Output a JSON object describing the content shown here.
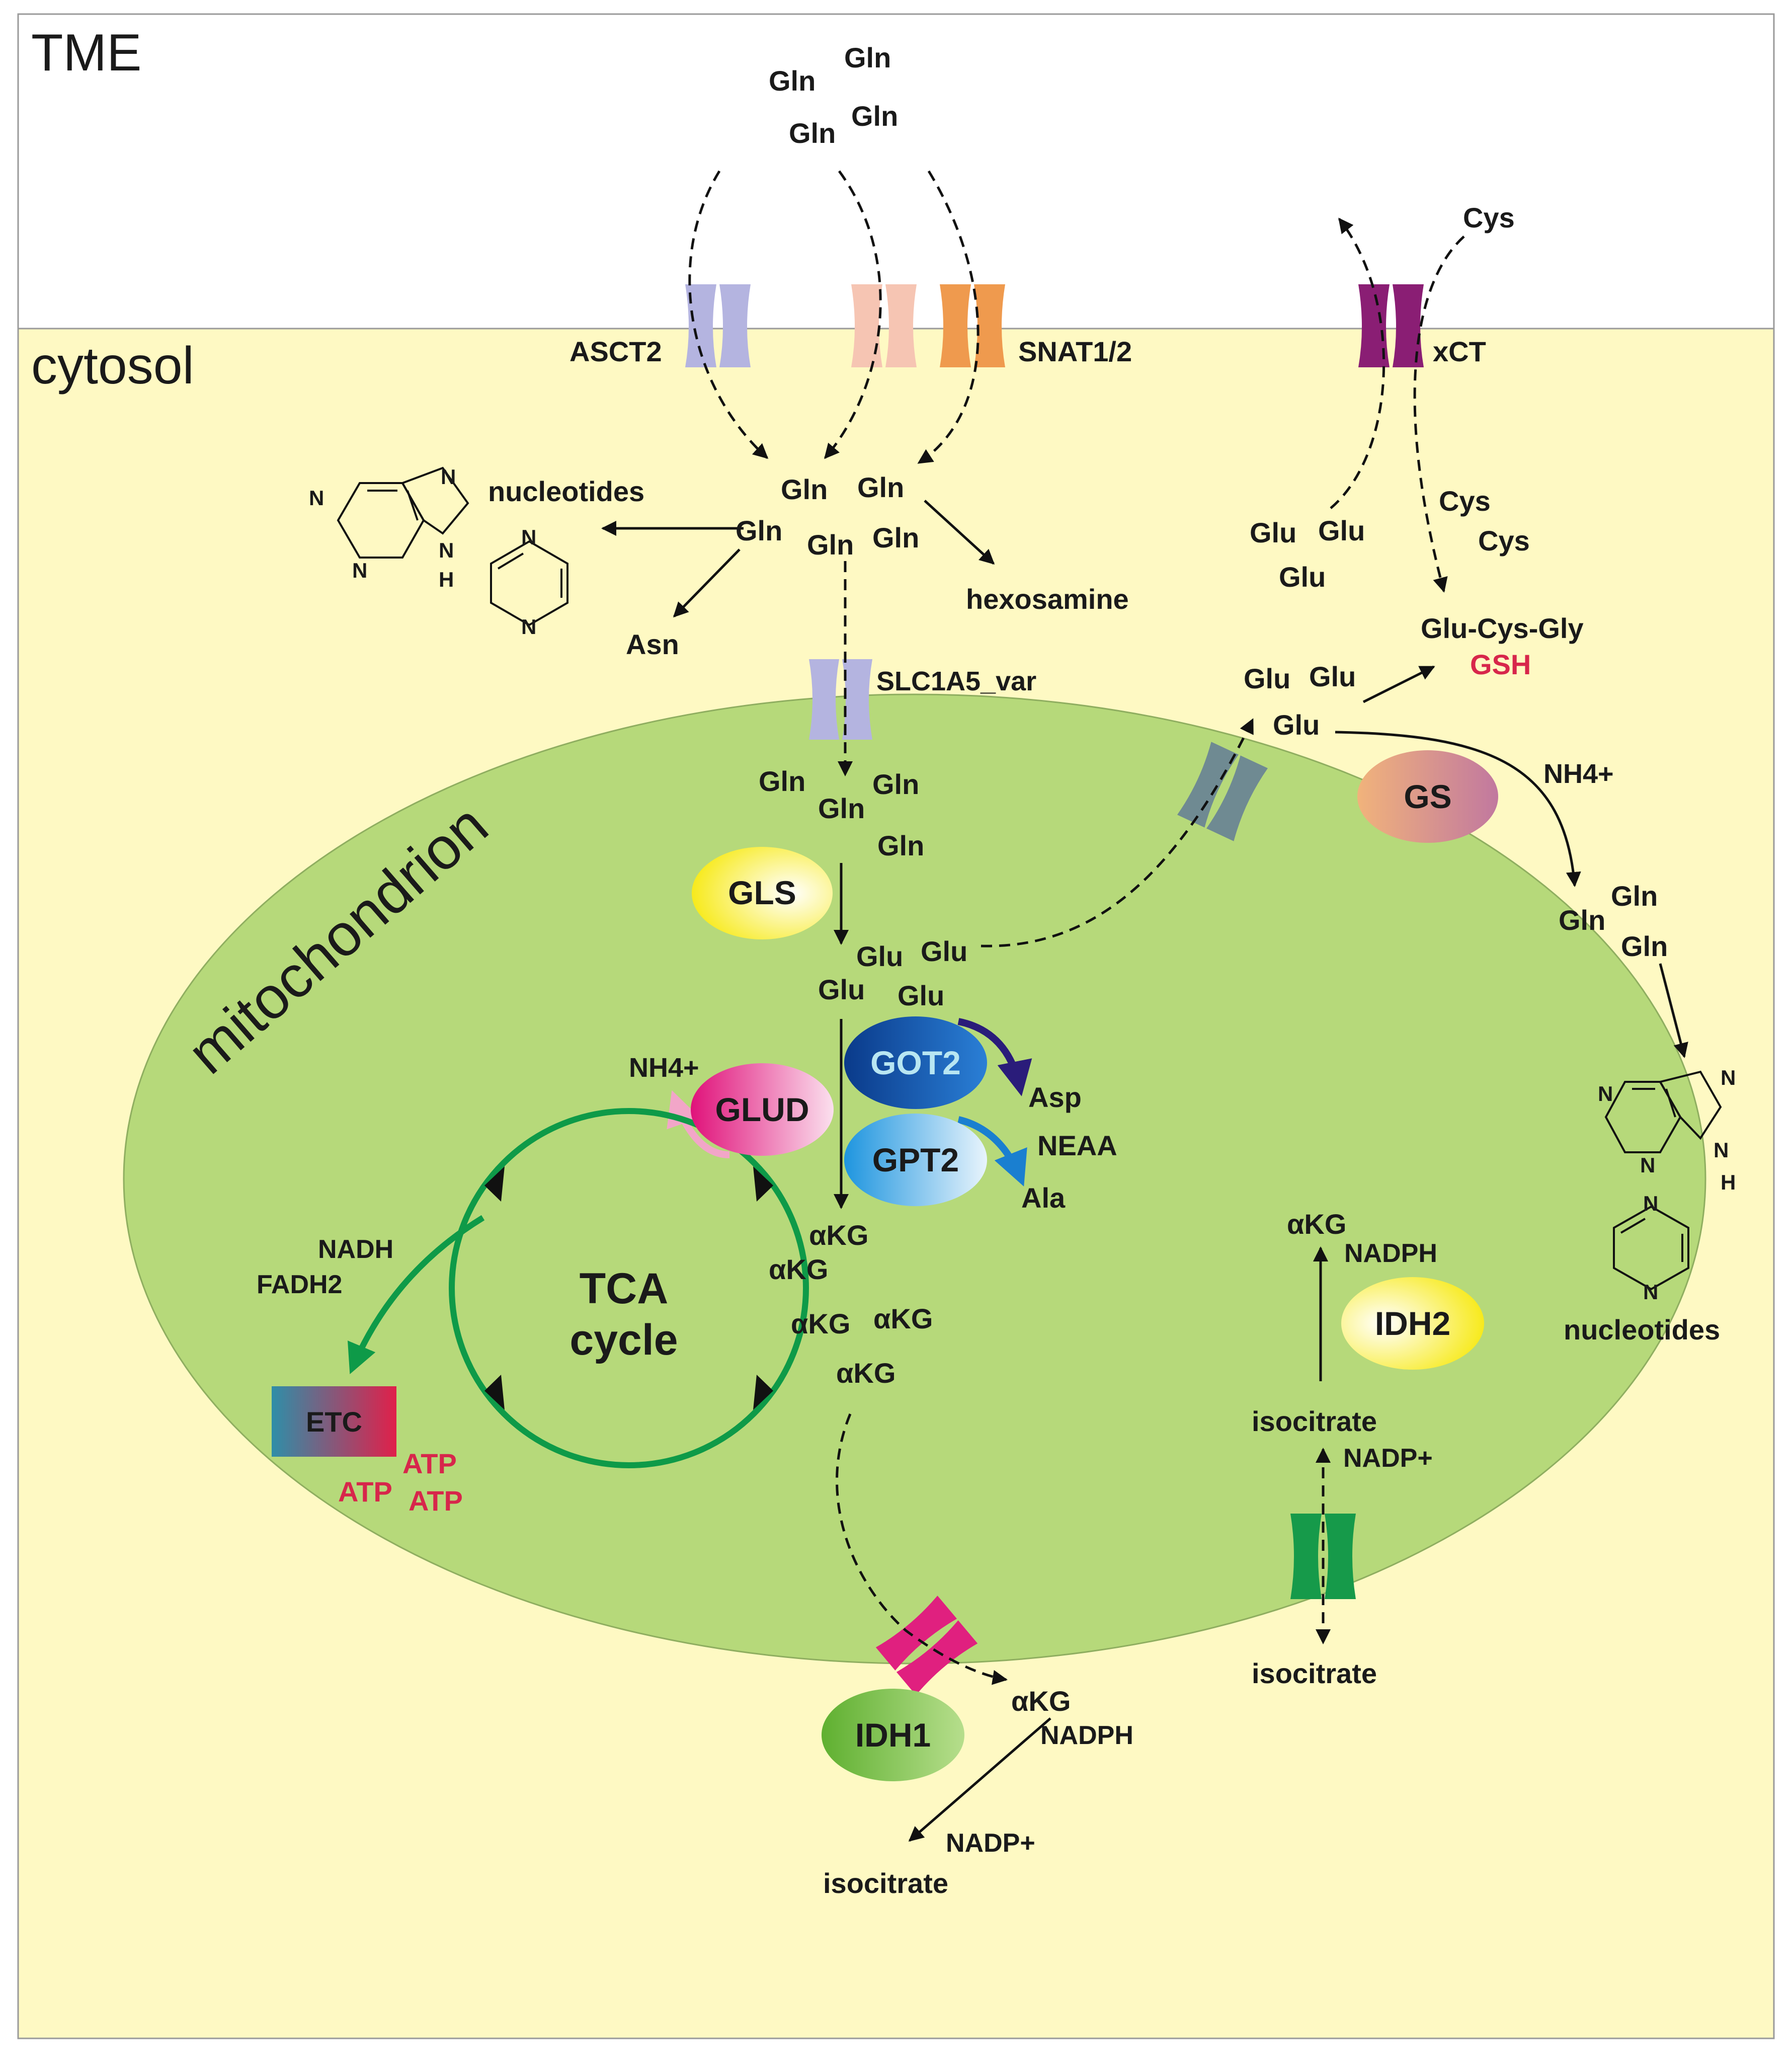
{
  "regions": {
    "tme": "TME",
    "cytosol": "cytosol",
    "mitochondrion": "mitochondrion"
  },
  "colors": {
    "tme_bg": "#ffffff",
    "cytosol_bg": "#fef9c3",
    "mito_bg": "#b6d97a",
    "tca_cycle": "#0e9a48",
    "highlight_text": "#d7264b"
  },
  "transporters": {
    "asct2": "ASCT2",
    "snat": "SNAT1/2",
    "xct": "xCT",
    "slc1a5_var": "SLC1A5_var"
  },
  "enzymes": {
    "gls": "GLS",
    "glud": "GLUD",
    "got2": "GOT2",
    "gpt2": "GPT2",
    "gs": "GS",
    "idh1": "IDH1",
    "idh2": "IDH2"
  },
  "metabolites": {
    "gln": "Gln",
    "glu": "Glu",
    "akg": "αKG",
    "cys": "Cys",
    "asn": "Asn",
    "asp": "Asp",
    "ala": "Ala",
    "neaa": "NEAA",
    "nh4": "NH4+",
    "hexosamine": "hexosamine",
    "nucleotides": "nucleotides",
    "glu_cys_gly": "Glu-Cys-Gly",
    "gsh": "GSH",
    "isocitrate": "isocitrate",
    "nadph": "NADPH",
    "nadp": "NADP+",
    "nadh": "NADH",
    "fadh2": "FADH2",
    "atp": "ATP",
    "etc": "ETC",
    "n_atom": "N",
    "h_atom": "H"
  },
  "tca": {
    "line1": "TCA",
    "line2": "cycle"
  }
}
